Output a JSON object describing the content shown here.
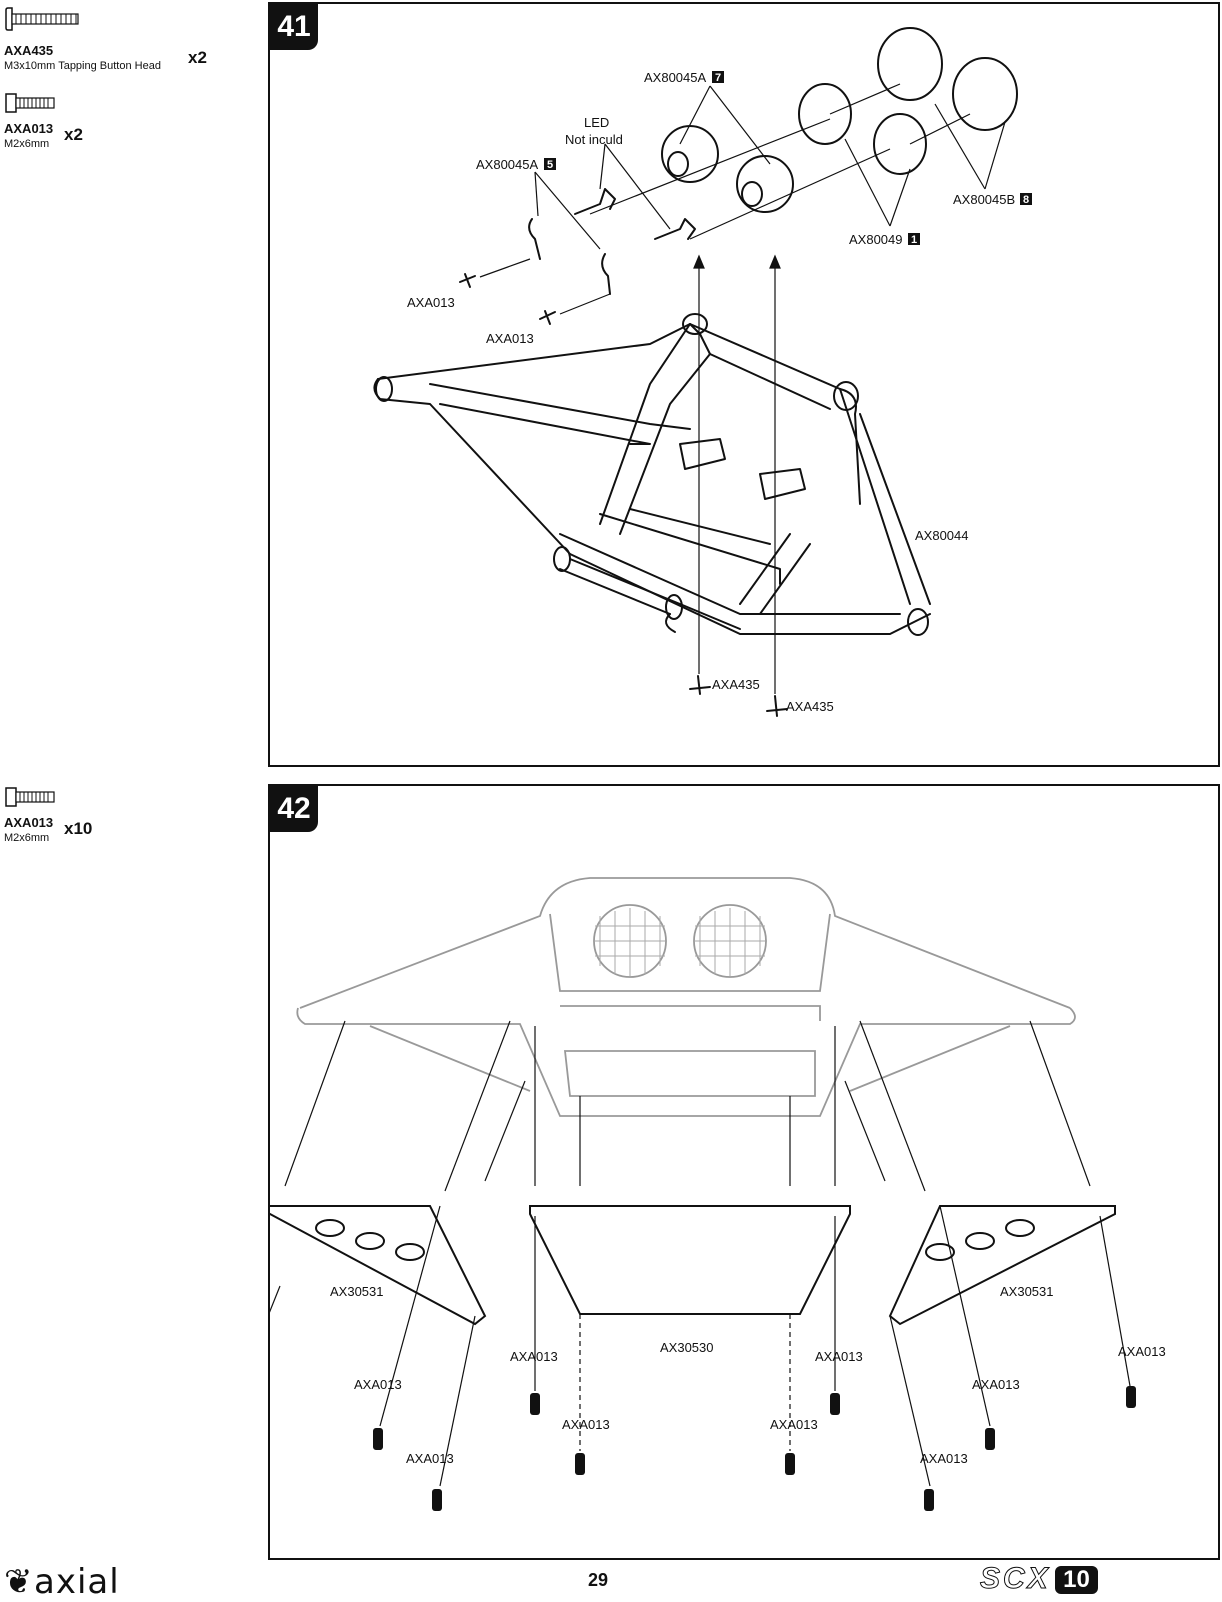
{
  "hardware_step41": [
    {
      "code": "AXA435",
      "desc": "M3x10mm Tapping Button Head",
      "qty": "x2"
    },
    {
      "code": "AXA013",
      "desc": "M2x6mm",
      "qty": "x2"
    }
  ],
  "hardware_step42": [
    {
      "code": "AXA013",
      "desc": "M2x6mm",
      "qty": "x10"
    }
  ],
  "step41": {
    "number": "41",
    "labels": {
      "led": "LED",
      "not_included": "Not inculd",
      "ax80045a": "AX80045A",
      "ax80045a_num7": "7",
      "ax80045a_num5": "5",
      "ax80045b": "AX80045B",
      "ax80045b_num": "8",
      "ax80049": "AX80049",
      "ax80049_num": "1",
      "axa013": "AXA013",
      "ax80044": "AX80044",
      "axa435": "AXA435"
    }
  },
  "step42": {
    "number": "42",
    "labels": {
      "ax30531": "AX30531",
      "ax30530": "AX30530",
      "axa013": "AXA013"
    }
  },
  "footer": {
    "page": "29",
    "brand": "axial",
    "model": "SCX",
    "model_num": "10"
  }
}
